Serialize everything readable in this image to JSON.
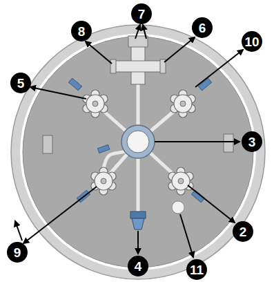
{
  "diagram": {
    "labels": [
      "8",
      "7",
      "6",
      "10",
      "5",
      "3",
      "9",
      "2",
      "4",
      "11"
    ]
  }
}
